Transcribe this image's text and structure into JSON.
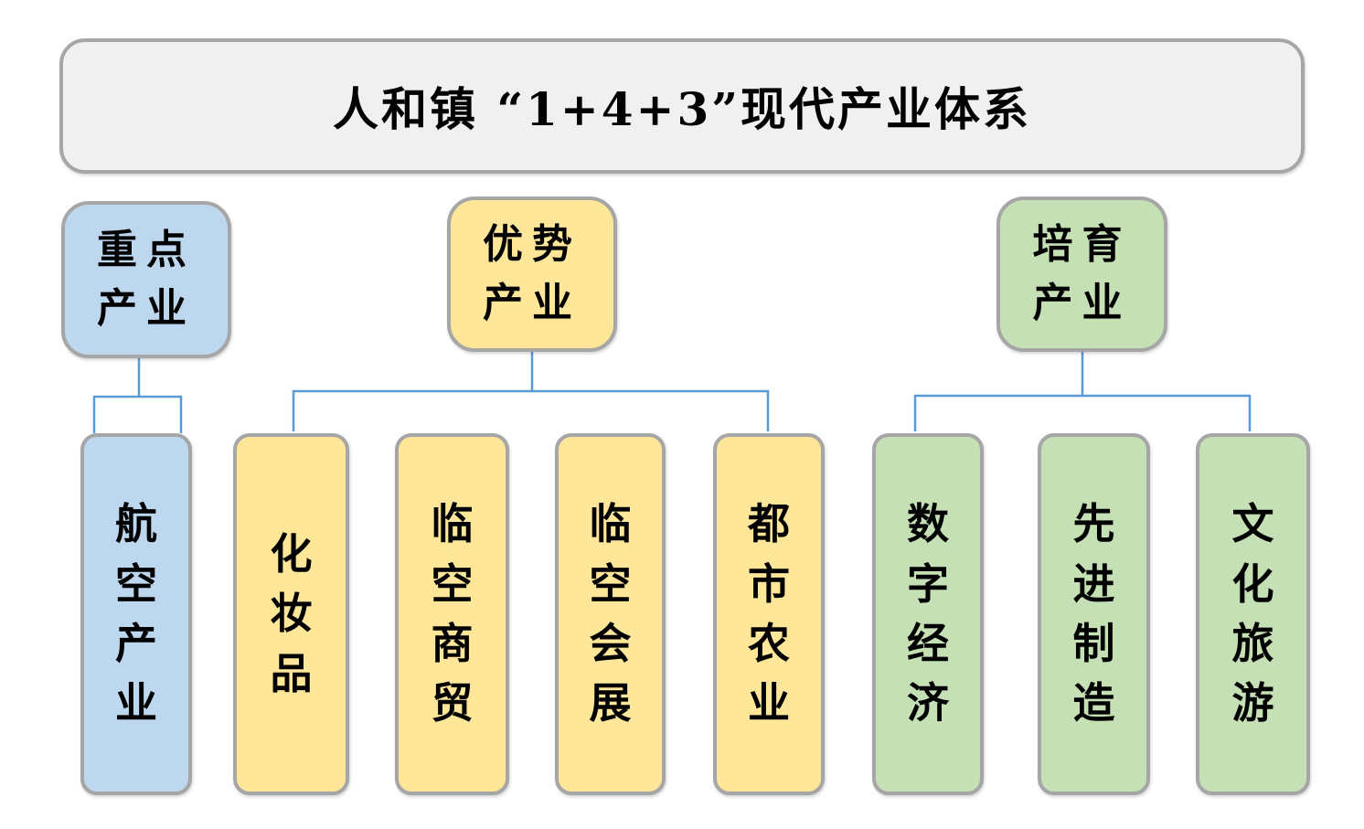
{
  "diagram": {
    "title": "人和镇 “1+4+3”现代产业体系",
    "groups": [
      {
        "id": "key-industry",
        "label": "重点\n产业",
        "color": "#BDD7EE",
        "children": [
          {
            "label": "航空产业"
          }
        ]
      },
      {
        "id": "advantage-industry",
        "label": "优势\n产业",
        "color": "#FFE699",
        "children": [
          {
            "label": "化妆品"
          },
          {
            "label": "临空商贸"
          },
          {
            "label": "临空会展"
          },
          {
            "label": "都市农业"
          }
        ]
      },
      {
        "id": "cultivated-industry",
        "label": "培育\n产业",
        "color": "#C5E0B4",
        "children": [
          {
            "label": "数字经济"
          },
          {
            "label": "先进制造"
          },
          {
            "label": "文化旅游"
          }
        ]
      }
    ],
    "colors": {
      "title_fill": "#F0F0F0",
      "box_border": "#A6A6A6",
      "connector": "#5B9BD5",
      "text": "#000000"
    }
  }
}
